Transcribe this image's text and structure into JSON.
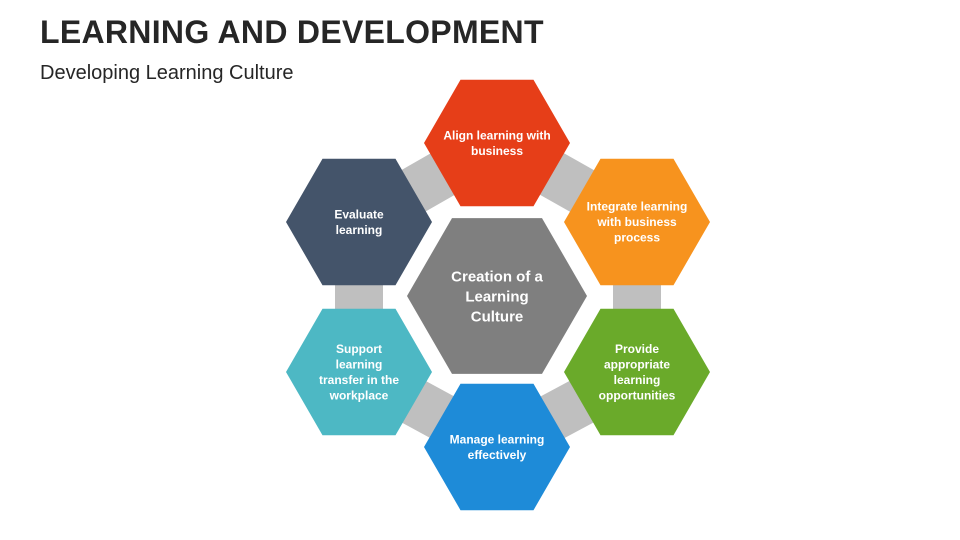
{
  "slide": {
    "title": "LEARNING AND DEVELOPMENT",
    "subtitle": "Developing Learning Culture"
  },
  "diagram": {
    "center": {
      "lines": [
        "Creation of a",
        "Learning",
        "Culture"
      ],
      "color": "#7f7f7f"
    },
    "connector_color": "#bfbfbf",
    "items": [
      {
        "id": "align",
        "lines": [
          "Align learning with",
          "business"
        ],
        "color": "#e63e18"
      },
      {
        "id": "integrate",
        "lines": [
          "Integrate learning",
          "with business",
          "process"
        ],
        "color": "#f7931e"
      },
      {
        "id": "provide",
        "lines": [
          "Provide",
          "appropriate",
          "learning",
          "opportunities"
        ],
        "color": "#6aaa2a"
      },
      {
        "id": "manage",
        "lines": [
          "Manage learning",
          "effectively"
        ],
        "color": "#1e8bd8"
      },
      {
        "id": "support",
        "lines": [
          "Support",
          "learning",
          "transfer in the",
          "workplace"
        ],
        "color": "#4db8c4"
      },
      {
        "id": "evaluate",
        "lines": [
          "Evaluate",
          "learning"
        ],
        "color": "#44546a"
      }
    ]
  }
}
